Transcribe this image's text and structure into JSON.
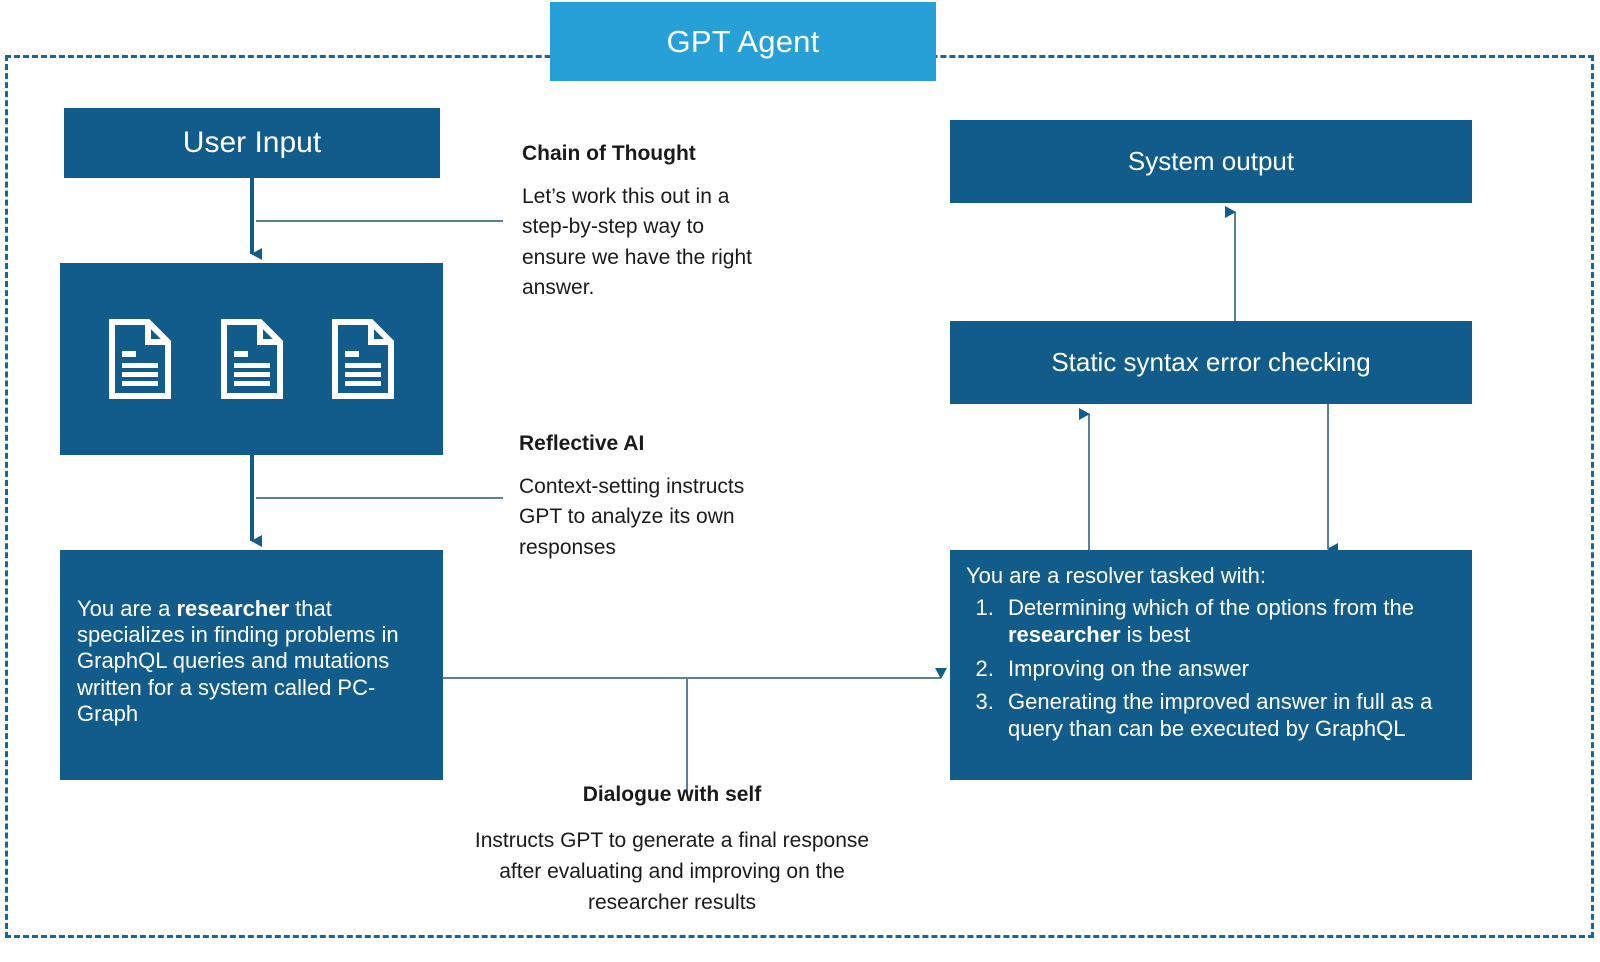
{
  "header": {
    "title": "GPT Agent",
    "color": "#27A0D8"
  },
  "colors": {
    "box_blue": "#125C8C",
    "header_blue": "#27A0D8",
    "boundary_dash": "#15679B",
    "connector_grey": "#5B7F95",
    "text_dark": "#1a1a1a"
  },
  "boxes": {
    "user_input": {
      "label": "User Input"
    },
    "documents": {
      "icons": [
        "document-icon",
        "document-icon",
        "document-icon"
      ]
    },
    "researcher_prompt": {
      "text_before": "You are a ",
      "bold": "researcher",
      "text_after": " that specializes in finding problems in GraphQL queries and mutations written for a system called PC-Graph"
    },
    "system_output": {
      "label": "System output"
    },
    "static_check": {
      "label": "Static syntax error checking"
    },
    "resolver_prompt": {
      "lead": "You are a resolver tasked with:",
      "items": [
        {
          "text_before": "Determining which of the options from the ",
          "bold": "researcher",
          "text_after": " is best"
        },
        {
          "text_before": "Improving on the answer",
          "bold": "",
          "text_after": ""
        },
        {
          "text_before": "Generating the improved answer in full as a query than can be executed by GraphQL",
          "bold": "",
          "text_after": ""
        }
      ]
    }
  },
  "annotations": {
    "chain_of_thought": {
      "title": "Chain of Thought",
      "body": "Let’s work this out in a step-by-step way to ensure we have the right answer."
    },
    "reflective_ai": {
      "title": "Reflective AI",
      "body": "Context-setting instructs GPT to analyze its own responses"
    },
    "dialogue_with_self": {
      "title": "Dialogue with self",
      "body": "Instructs GPT to generate a final response after evaluating and improving on the researcher results"
    }
  }
}
